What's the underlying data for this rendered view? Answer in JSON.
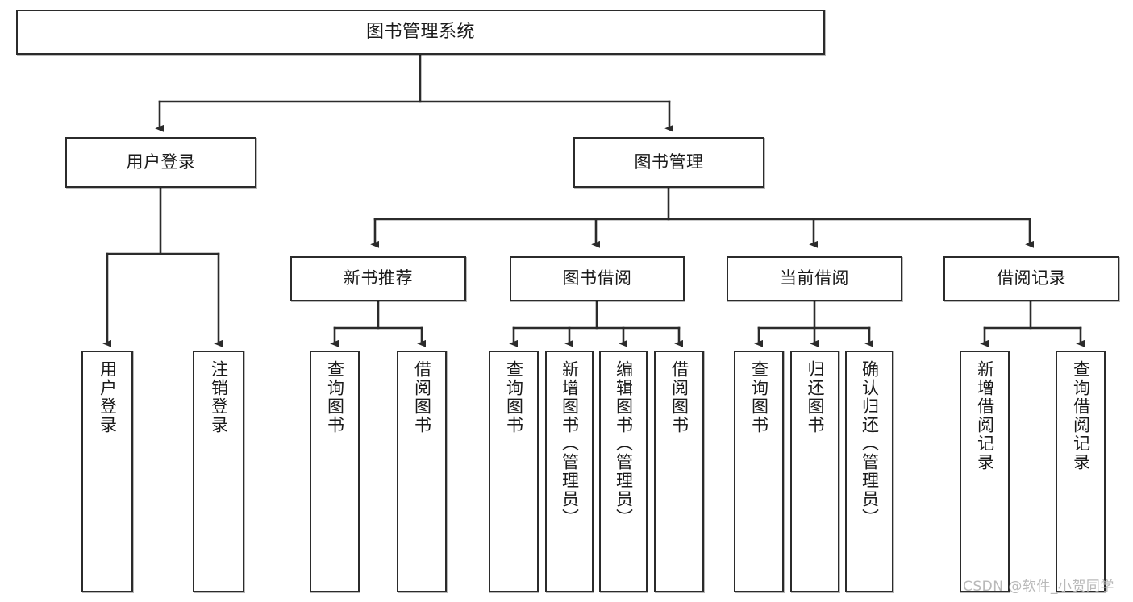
{
  "diagram": {
    "title": "图书管理系统",
    "type": "hierarchy-tree",
    "orientation": "top-down",
    "colors": {
      "box_border": "#2b2b2b",
      "box_fill": "#ffffff",
      "connector": "#2b2b2b",
      "text": "#1a1a1a",
      "watermark": "#b9b9b9"
    }
  },
  "nodes": {
    "root": {
      "label": "图书管理系统"
    },
    "level2": [
      {
        "id": "user-login",
        "label": "用户登录"
      },
      {
        "id": "book-management",
        "label": "图书管理"
      }
    ],
    "level3": [
      {
        "id": "new-book-recommend",
        "label": "新书推荐"
      },
      {
        "id": "book-borrow",
        "label": "图书借阅"
      },
      {
        "id": "current-borrow",
        "label": "当前借阅"
      },
      {
        "id": "borrow-record",
        "label": "借阅记录"
      }
    ],
    "leaves": {
      "user_login": [
        {
          "id": "leaf-user-login",
          "label": "用户登录"
        },
        {
          "id": "leaf-logout-login",
          "label": "注销登录"
        }
      ],
      "new_book_recommend": [
        {
          "id": "leaf-query-book-1",
          "label": "查询图书"
        },
        {
          "id": "leaf-borrow-book-1",
          "label": "借阅图书"
        }
      ],
      "book_borrow": [
        {
          "id": "leaf-query-book-2",
          "label": "查询图书"
        },
        {
          "id": "leaf-add-book",
          "label": "新增图书（管理员）"
        },
        {
          "id": "leaf-edit-book",
          "label": "编辑图书（管理员）"
        },
        {
          "id": "leaf-borrow-book-2",
          "label": "借阅图书"
        }
      ],
      "current_borrow": [
        {
          "id": "leaf-query-book-3",
          "label": "查询图书"
        },
        {
          "id": "leaf-return-book",
          "label": "归还图书"
        },
        {
          "id": "leaf-confirm-return",
          "label": "确认归还（管理员）"
        }
      ],
      "borrow_record": [
        {
          "id": "leaf-add-record",
          "label": "新增借阅记录"
        },
        {
          "id": "leaf-query-record",
          "label": "查询借阅记录"
        }
      ]
    }
  },
  "watermark": {
    "text": "CSDN @软件_小贺同学"
  }
}
